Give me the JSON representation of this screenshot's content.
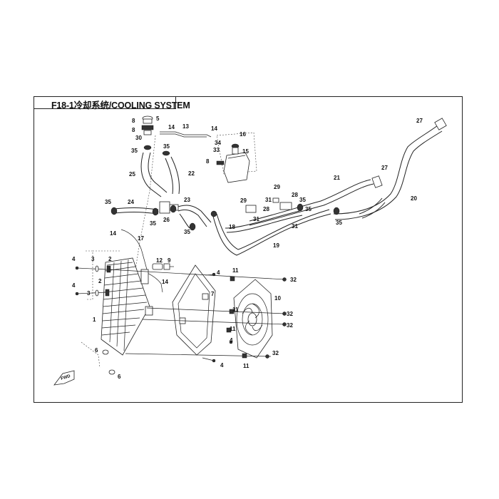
{
  "title": "F18-1冷却系统/COOLING SYSTEM",
  "fwd_label": "FWD",
  "callouts": [
    {
      "id": "c5",
      "text": "5"
    },
    {
      "id": "c8a",
      "text": "8"
    },
    {
      "id": "c8b",
      "text": "8"
    },
    {
      "id": "c30",
      "text": "30"
    },
    {
      "id": "c35a",
      "text": "35"
    },
    {
      "id": "c35b",
      "text": "35"
    },
    {
      "id": "c14a",
      "text": "14"
    },
    {
      "id": "c13",
      "text": "13"
    },
    {
      "id": "c14b",
      "text": "14"
    },
    {
      "id": "c16",
      "text": "16"
    },
    {
      "id": "c34",
      "text": "34"
    },
    {
      "id": "c33",
      "text": "33"
    },
    {
      "id": "c15",
      "text": "15"
    },
    {
      "id": "c8c",
      "text": "8"
    },
    {
      "id": "c25",
      "text": "25"
    },
    {
      "id": "c22",
      "text": "22"
    },
    {
      "id": "c27a",
      "text": "27"
    },
    {
      "id": "c27b",
      "text": "27"
    },
    {
      "id": "c21",
      "text": "21"
    },
    {
      "id": "c20",
      "text": "20"
    },
    {
      "id": "c29a",
      "text": "29"
    },
    {
      "id": "c29b",
      "text": "29"
    },
    {
      "id": "c28a",
      "text": "28"
    },
    {
      "id": "c28b",
      "text": "28"
    },
    {
      "id": "c31a",
      "text": "31"
    },
    {
      "id": "c31b",
      "text": "31"
    },
    {
      "id": "c31c",
      "text": "31"
    },
    {
      "id": "c35c",
      "text": "35"
    },
    {
      "id": "c35d",
      "text": "35"
    },
    {
      "id": "c35e",
      "text": "35"
    },
    {
      "id": "c35f",
      "text": "35"
    },
    {
      "id": "c35g",
      "text": "35"
    },
    {
      "id": "c35h",
      "text": "35"
    },
    {
      "id": "c24",
      "text": "24"
    },
    {
      "id": "c23",
      "text": "23"
    },
    {
      "id": "c26",
      "text": "26"
    },
    {
      "id": "c18",
      "text": "18"
    },
    {
      "id": "c19",
      "text": "19"
    },
    {
      "id": "c14c",
      "text": "14"
    },
    {
      "id": "c17",
      "text": "17"
    },
    {
      "id": "c12",
      "text": "12"
    },
    {
      "id": "c9",
      "text": "9"
    },
    {
      "id": "c14d",
      "text": "14"
    },
    {
      "id": "c4a",
      "text": "4"
    },
    {
      "id": "c3a",
      "text": "3"
    },
    {
      "id": "c2a",
      "text": "2"
    },
    {
      "id": "c4b",
      "text": "4"
    },
    {
      "id": "c3b",
      "text": "3"
    },
    {
      "id": "c2b",
      "text": "2"
    },
    {
      "id": "c1",
      "text": "1"
    },
    {
      "id": "c6a",
      "text": "6"
    },
    {
      "id": "c6b",
      "text": "6"
    },
    {
      "id": "c4c",
      "text": "4"
    },
    {
      "id": "c4d",
      "text": "4"
    },
    {
      "id": "c4e",
      "text": "4"
    },
    {
      "id": "c7",
      "text": "7"
    },
    {
      "id": "c11a",
      "text": "11"
    },
    {
      "id": "c11b",
      "text": "11"
    },
    {
      "id": "c11c",
      "text": "11"
    },
    {
      "id": "c11d",
      "text": "11"
    },
    {
      "id": "c10",
      "text": "10"
    },
    {
      "id": "c32a",
      "text": "32"
    },
    {
      "id": "c32b",
      "text": "32"
    },
    {
      "id": "c32c",
      "text": "32"
    },
    {
      "id": "c32d",
      "text": "32"
    }
  ]
}
